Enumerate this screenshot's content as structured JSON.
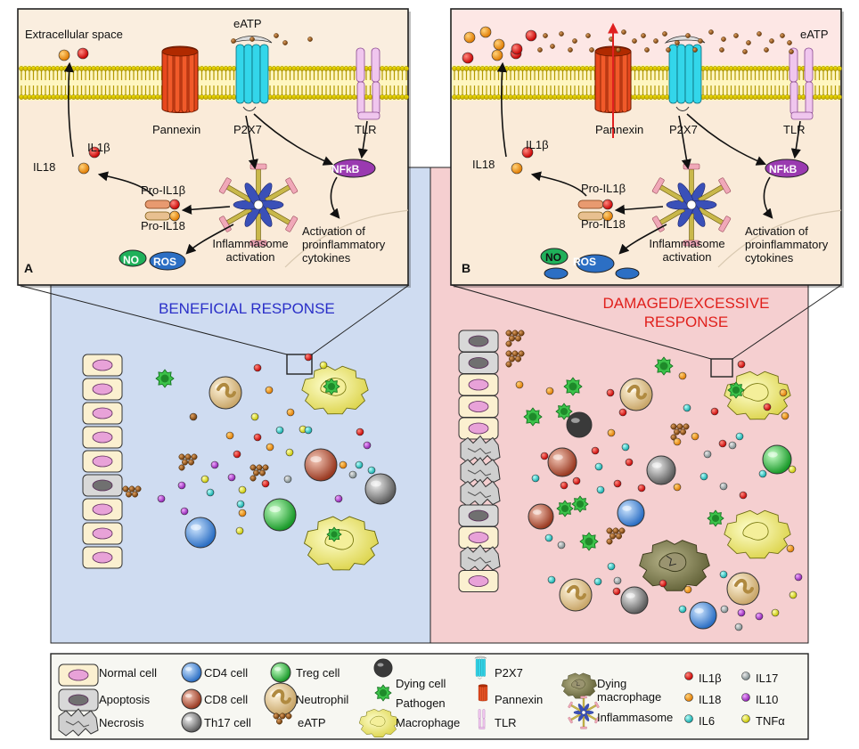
{
  "figure": {
    "panel_a": {
      "letter": "A",
      "extracellular": "Extracellular space",
      "eatp": "eATP",
      "pannexin": "Pannexin",
      "p2x7": "P2X7",
      "tlr": "TLR",
      "il1b": "IL1β",
      "il18": "IL18",
      "pro_il1b": "Pro-IL1β",
      "pro_il18": "Pro-IL18",
      "nfkb": "NFkB",
      "inflammasome": "Inflammasome activation",
      "activation": "Activation of proinflammatory cytokines",
      "no": "NO",
      "ros": "ROS"
    },
    "panel_b": {
      "letter": "B",
      "eatp": "eATP",
      "pannexin": "Pannexin",
      "p2x7": "P2X7",
      "tlr": "TLR",
      "il1b": "IL1β",
      "il18": "IL18",
      "pro_il1b": "Pro-IL1β",
      "pro_il18": "Pro-IL18",
      "nfkb": "NFkB",
      "inflammasome": "Inflammasome activation",
      "activation": "Activation of proinflammatory cytokines",
      "no": "NO",
      "ros": "ROS"
    },
    "beneficial_title": "BENEFICIAL RESPONSE",
    "damaged_title": "DAMAGED/EXCESSIVE RESPONSE",
    "colors": {
      "beneficial_bg": "#cfdcf1",
      "damaged_bg": "#f5cfd0",
      "beneficial_text": "#2a2fc8",
      "damaged_text": "#e0201c",
      "panel_bg": "#faebd9"
    }
  },
  "legend": {
    "normal_cell": "Normal cell",
    "apoptosis": "Apoptosis",
    "necrosis": "Necrosis",
    "cd4": "CD4 cell",
    "cd8": "CD8 cell",
    "th17": "Th17 cell",
    "treg": "Treg cell",
    "neutrophil": "Neutrophil",
    "eatp": "eATP",
    "dying_cell": "Dying cell",
    "pathogen": "Pathogen",
    "macrophage": "Macrophage",
    "p2x7": "P2X7",
    "pannexin": "Pannexin",
    "tlr": "TLR",
    "dying_macrophage": "Dying macrophage",
    "inflammasome": "Inflammasome",
    "il1b": "IL1β",
    "il18": "IL18",
    "il6": "IL6",
    "il17": "IL17",
    "il10": "IL10",
    "tnfa": "TNFα"
  }
}
